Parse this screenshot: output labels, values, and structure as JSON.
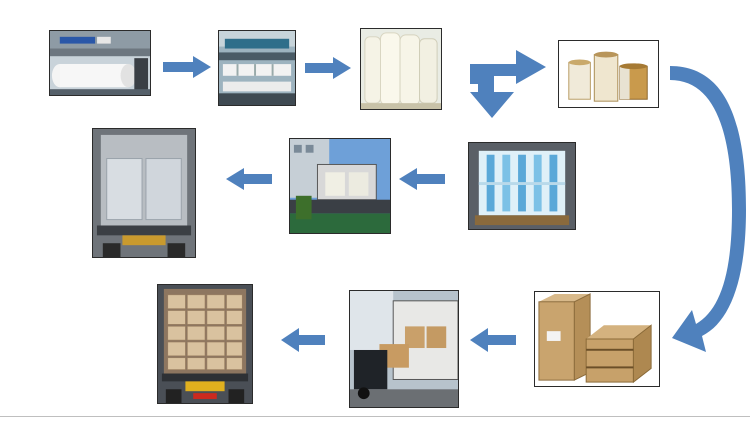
{
  "diagram": {
    "type": "process-flow",
    "direction": "serpentine",
    "arrow_color": "#4f81bd",
    "steps": [
      {
        "id": "film-production",
        "icon": "film-machine-photo"
      },
      {
        "id": "slitting",
        "icon": "slitting-machine-photo"
      },
      {
        "id": "film-rolls",
        "icon": "film-rolls-photo"
      },
      {
        "id": "finished-rolls",
        "icon": "finished-rolls-photo"
      },
      {
        "id": "carton-packing",
        "icon": "cartons-photo"
      },
      {
        "id": "pallet-wrapping",
        "icon": "wrapped-pallet-photo"
      },
      {
        "id": "container-loading",
        "icon": "container-loading-photo"
      },
      {
        "id": "container-loaded",
        "icon": "loaded-container-photo"
      },
      {
        "id": "forklift-loading",
        "icon": "forklift-photo"
      },
      {
        "id": "container-shipping",
        "icon": "container-truck-photo"
      }
    ]
  }
}
